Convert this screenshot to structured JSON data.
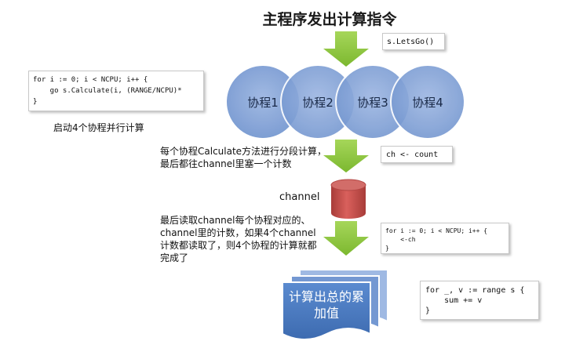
{
  "title": "主程序发出计算指令",
  "code_letsgo": "s.LetsGo()",
  "code_spawn": "for i := 0; i < NCPU; i++ {\n    go s.Calculate(i, (RANGE/NCPU)*\n}",
  "spawn_caption": "启动4个协程并行计算",
  "goroutines": [
    "协程1",
    "协程2",
    "协程3",
    "协程4"
  ],
  "calc_note_lines": [
    "每个协程Calculate方法进行分段计算，",
    "最后都往channel里塞一个计数"
  ],
  "code_send": "ch <- count",
  "channel_label": "channel",
  "read_note_lines": [
    "最后读取channel每个协程对应的、",
    "channel里的计数，如果4个channel",
    "计数都读取了，则4个协程的计算就都",
    "完成了"
  ],
  "code_receive": "for i := 0; i < NCPU; i++ {\n    <-ch\n}",
  "result_lines": [
    "计算出总的累",
    "加值"
  ],
  "code_sum": "for _, v := range s {\n    sum += v\n}",
  "colors": {
    "circle_fill": "#7f9fd4",
    "circle_overlap": "#6a8bc4",
    "arrow_green": "#8cc63f",
    "cylinder_red": "#c0504d",
    "document_blue": "#4f7dc0"
  }
}
